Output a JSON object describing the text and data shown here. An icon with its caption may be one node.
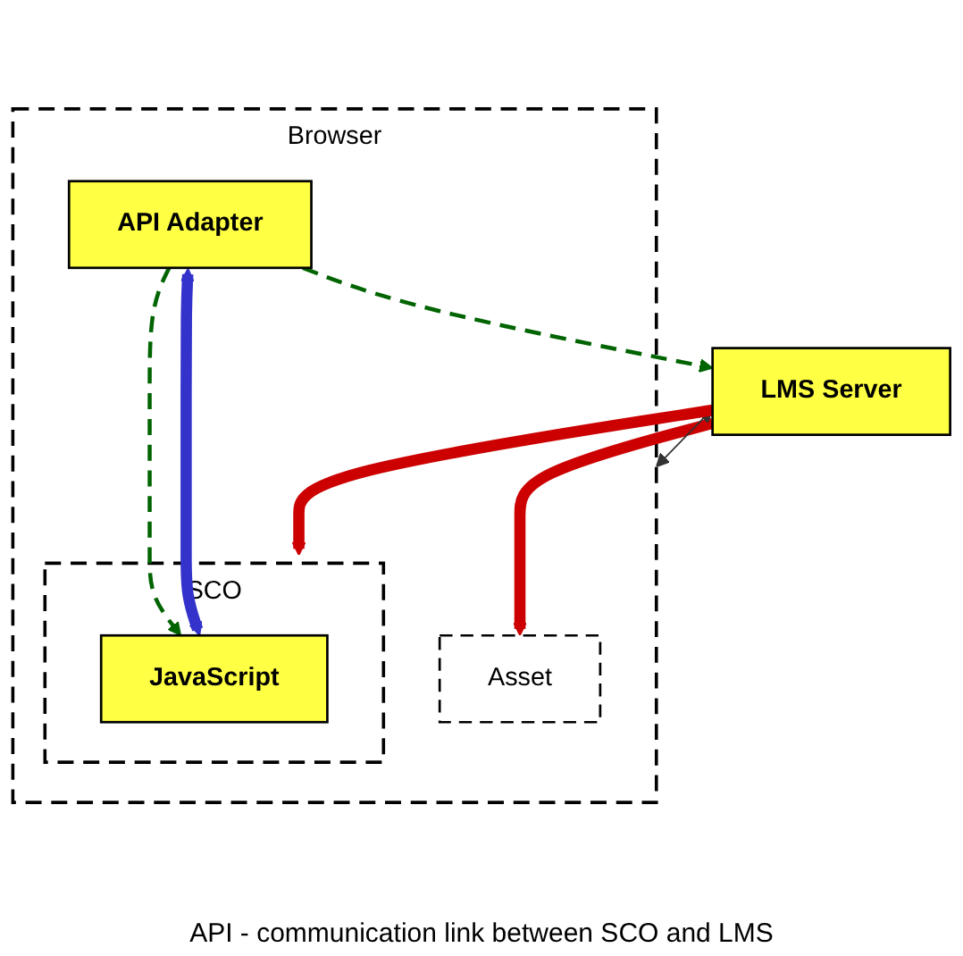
{
  "diagram": {
    "nodes": [
      {
        "text": [
          "LMS Server"
        ]
      },
      {
        "text": [
          "Browser"
        ]
      },
      {
        "text": [
          "API Adapter"
        ],
        "in": 1
      },
      {
        "text": [
          "SCO"
        ],
        "in": 1
      },
      {
        "text": [
          "JavaScript"
        ],
        "in": 3
      },
      {
        "text": [
          "Asset"
        ],
        "in": 1
      }
    ],
    "edges": [
      {
        "from": 2,
        "to": 0,
        "arrow": "to",
        "style": "dashed",
        "color": "#006400"
      },
      {
        "from": 0,
        "to": 1,
        "arrow": "both"
      },
      {
        "from": 0,
        "to": 3,
        "arrow": "to",
        "style": "thick",
        "color": "#cc0000"
      },
      {
        "from": 0,
        "to": 5,
        "arrow": "to",
        "style": "thick",
        "color": "#cc0000"
      },
      {
        "from": 2,
        "to": 4,
        "arrow": "to",
        "style": "dashed",
        "color": "#006400"
      },
      {
        "from": 2,
        "to": 4,
        "arrow": "both",
        "style": "thick",
        "color": "#3333cc"
      }
    ],
    "labels": [
      "API - communication link between SCO and LMS"
    ]
  }
}
